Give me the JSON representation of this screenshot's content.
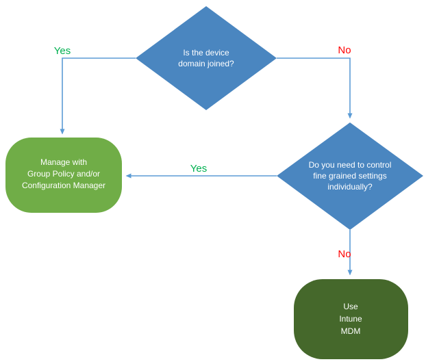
{
  "diagram": {
    "colors": {
      "decision_fill": "#4A86C0",
      "process_fill": "#70AD47",
      "terminal_fill": "#45682B",
      "arrow": "#5B9BD5",
      "yes_label": "#00B050",
      "no_label": "#FF0000",
      "node_text": "#FFFFFF"
    },
    "nodes": {
      "decision_domain_joined": {
        "lines": [
          "Is the device",
          "domain joined?"
        ]
      },
      "decision_fine_grained": {
        "lines": [
          "Do you need to control",
          "fine grained settings",
          "individually?"
        ]
      },
      "process_group_policy": {
        "lines": [
          "Manage with",
          "Group Policy and/or",
          "Configuration Manager"
        ]
      },
      "terminal_intune": {
        "lines": [
          "Use",
          "Intune",
          "MDM"
        ]
      }
    },
    "edges": {
      "domain_yes": {
        "label": "Yes"
      },
      "domain_no": {
        "label": "No"
      },
      "fine_grained_yes": {
        "label": "Yes"
      },
      "fine_grained_no": {
        "label": "No"
      }
    }
  }
}
